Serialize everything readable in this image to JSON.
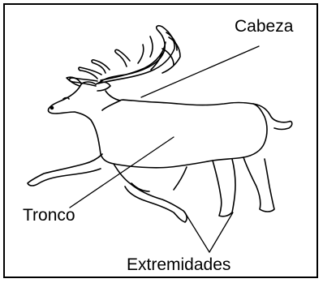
{
  "labels": {
    "head": "Cabeza",
    "trunk": "Tronco",
    "limbs": "Extremidades"
  }
}
